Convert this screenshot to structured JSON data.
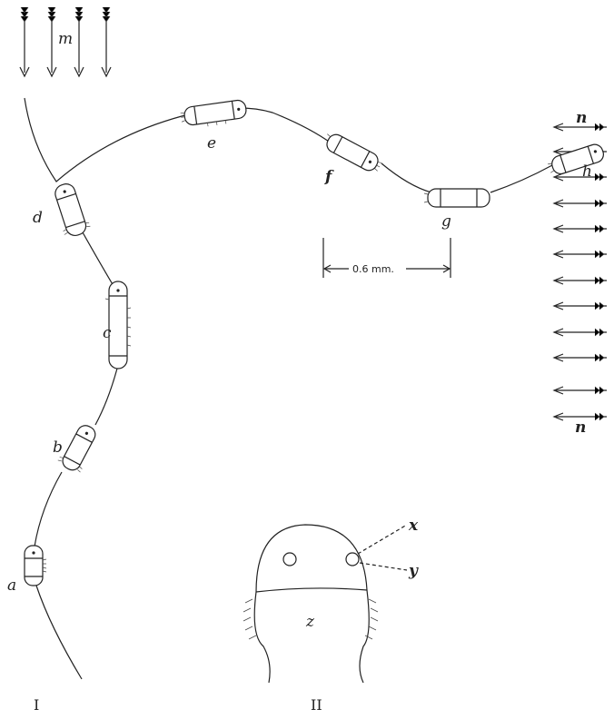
{
  "figure_one": {
    "panel_label": "I",
    "stage_labels": {
      "a": "a",
      "b": "b",
      "c": "c",
      "d": "d",
      "e": "e",
      "f": "f",
      "g": "g",
      "h": "h"
    },
    "stimulus_label_m": "m",
    "stimulus_label_n_top": "n",
    "stimulus_label_n_bottom": "n",
    "scale_bar": "0.6 mm."
  },
  "figure_two": {
    "panel_label": "II",
    "label_x": "x",
    "label_y": "y",
    "label_z": "z"
  },
  "colors": {
    "ink": "#222222",
    "paper": "#ffffff"
  }
}
